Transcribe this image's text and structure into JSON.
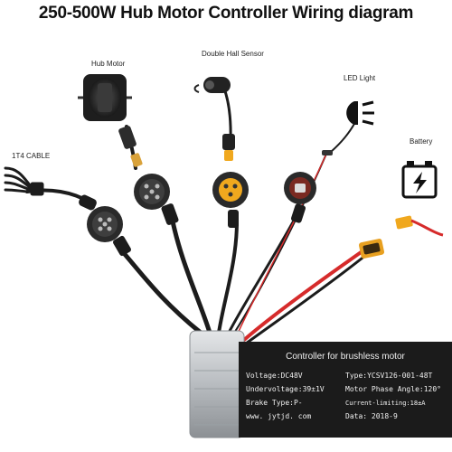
{
  "title": "250-500W Hub Motor Controller Wiring diagram",
  "labels": {
    "hub_motor": "Hub Motor",
    "hall_sensor": "Double Hall Sensor",
    "led_light": "LED Light",
    "battery": "Battery",
    "cable_1t4": "1T4 CABLE"
  },
  "plate": {
    "heading": "Controller for brushless motor",
    "voltage": "Voltage:DC48V",
    "type": "Type:YCSV126-001-48T",
    "undervoltage": "Undervoltage:39±1V",
    "phase_angle": "Motor Phase Angle:120°",
    "brake_type": "Brake Type:P-",
    "current_limiting": "Current-limiting:18±A",
    "website": "www. jytjd. com",
    "date": "Data: 2018-9"
  },
  "colors": {
    "cable_black": "#1c1c1c",
    "wire_red": "#d62b2b",
    "connector_yellow": "#f0a81e",
    "controller_body": "#c4c8cc",
    "plate_bg": "#1b1b1b"
  },
  "icons": [
    "hub-motor-icon",
    "hall-sensor-icon",
    "led-light-icon",
    "battery-icon",
    "1t4-cable-icon"
  ]
}
